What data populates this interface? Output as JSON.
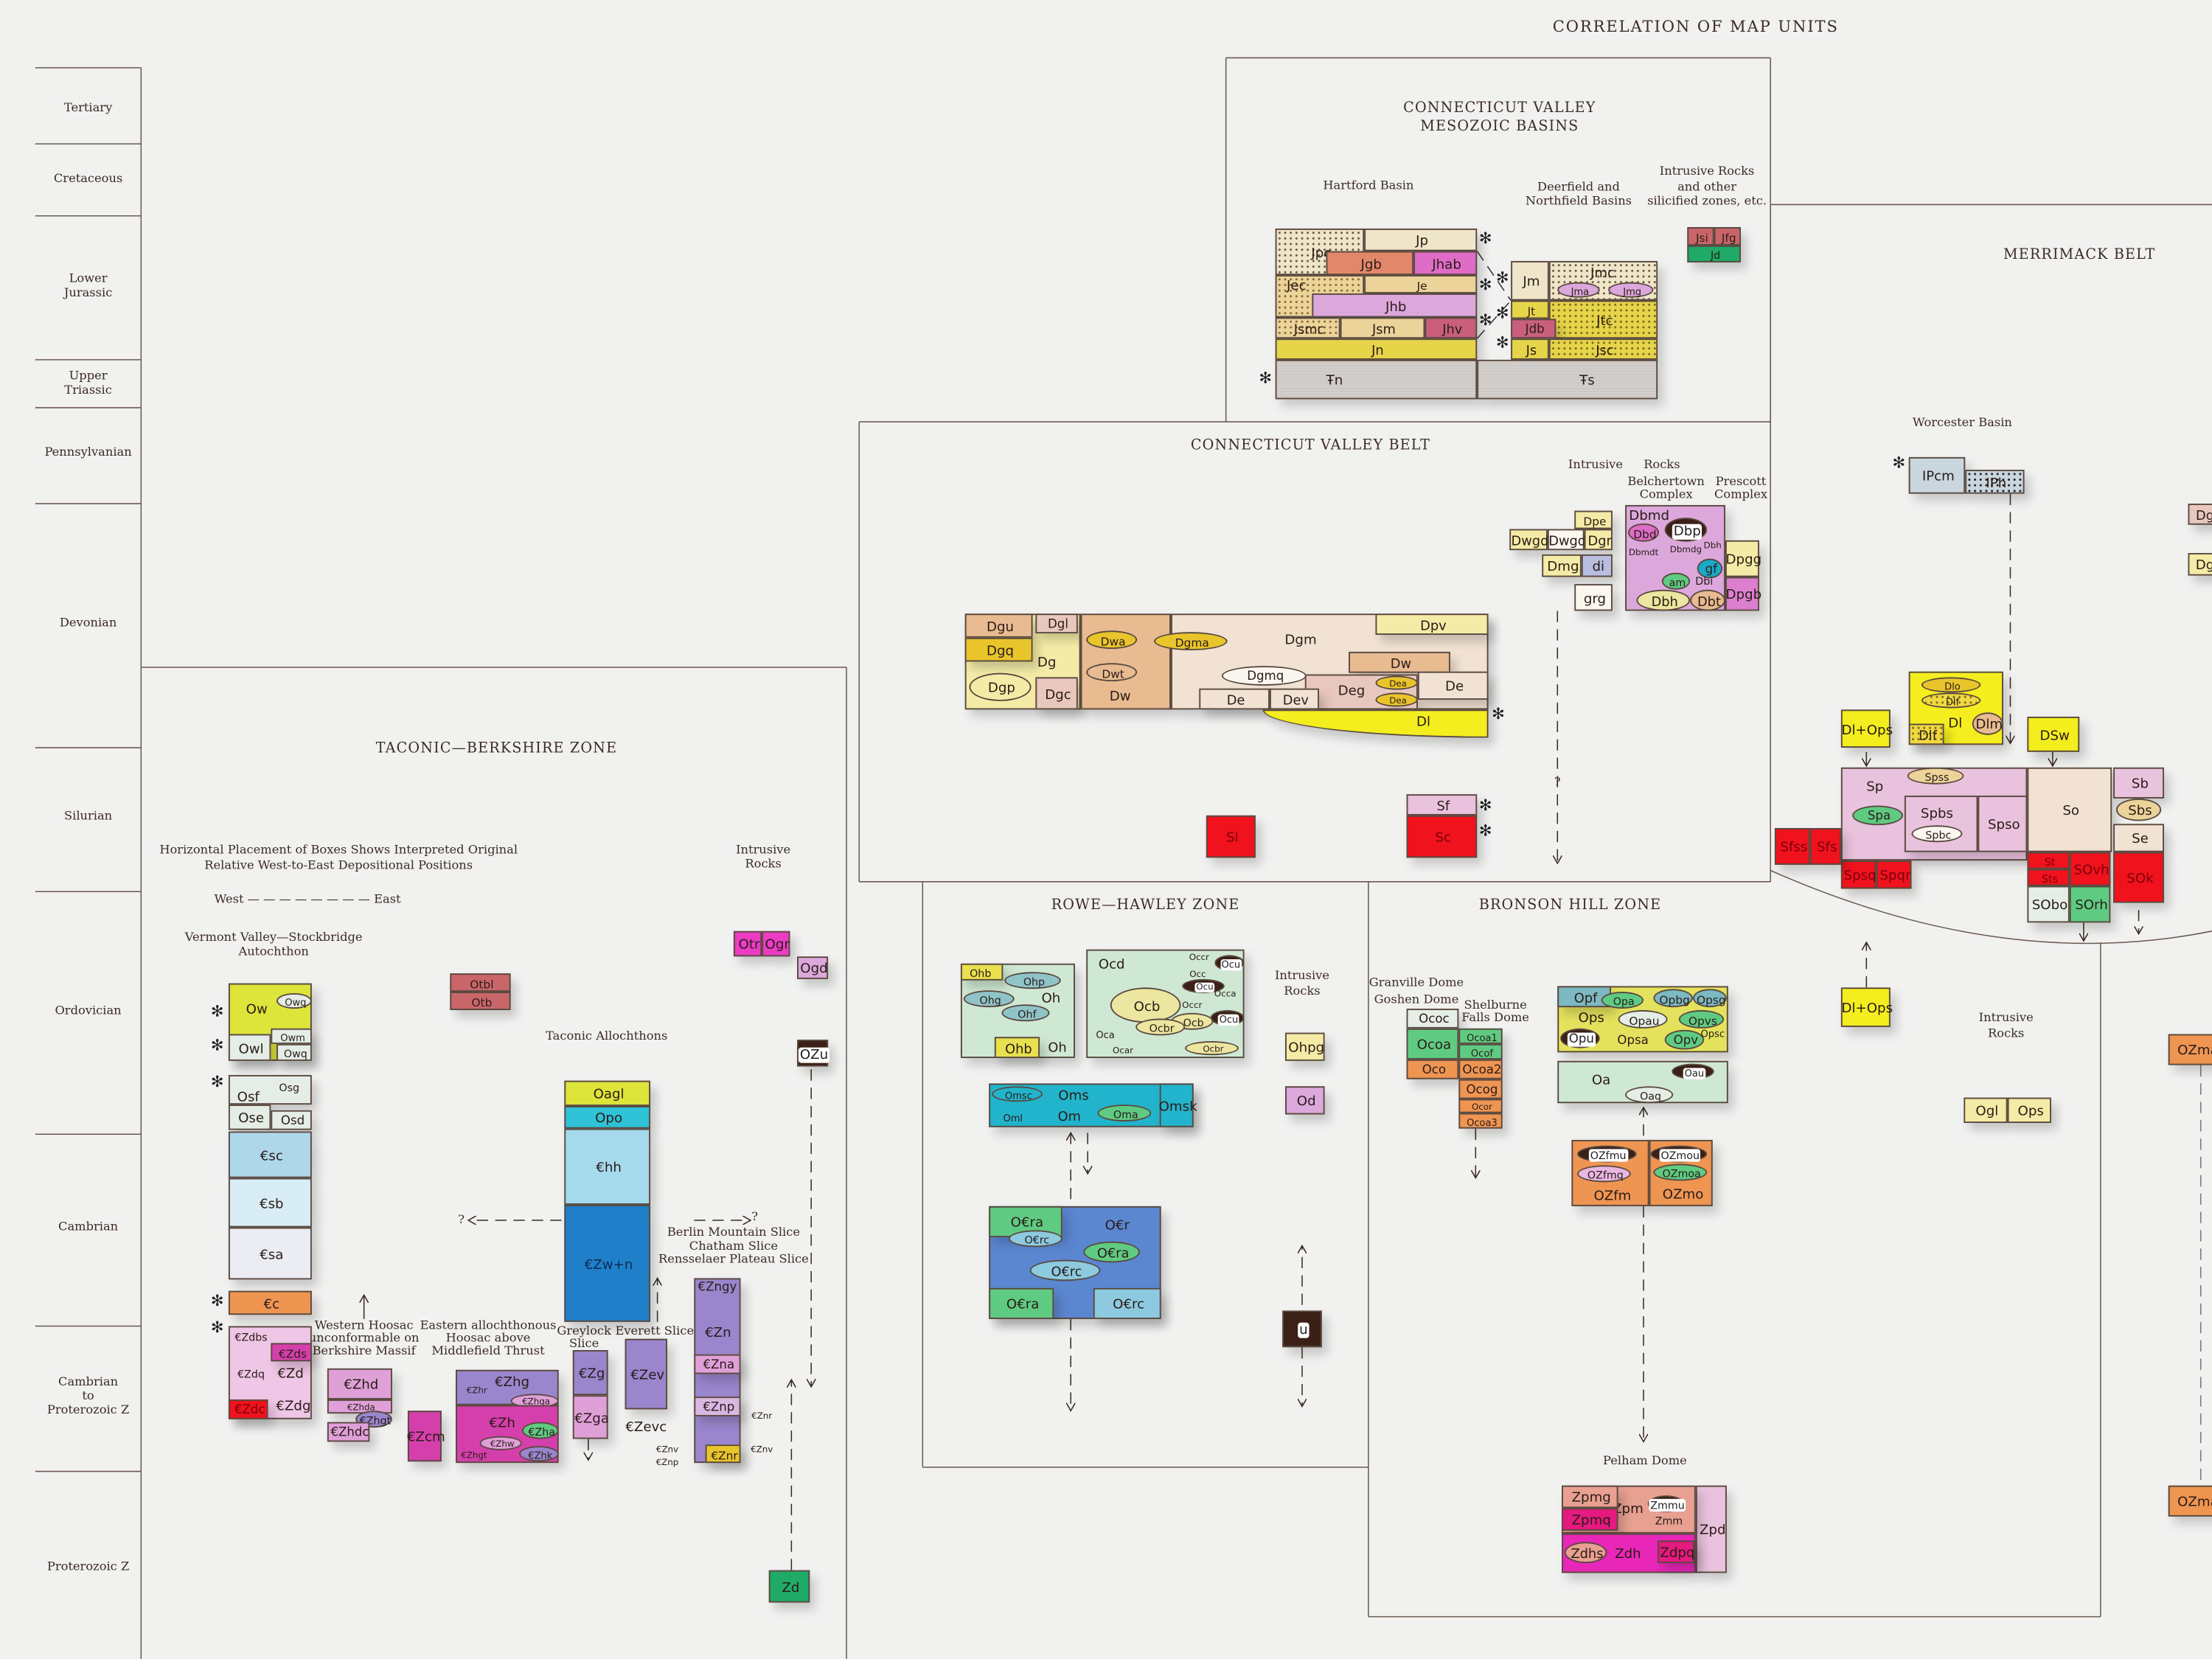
{
  "title": "CORRELATION OF MAP UNITS",
  "asterisk": "✻",
  "time_scale": [
    "Tertiary",
    "Cretaceous",
    "Lower\nJurassic",
    "Upper\nTriassic",
    "Pennsylvanian",
    "Devonian",
    "Silurian",
    "Ordovician",
    "Cambrian",
    "Cambrian\nto\nProterozoic Z",
    "Proterozoic Z"
  ],
  "meso": {
    "title1": "CONNECTICUT VALLEY",
    "title2": "MESOZOIC BASINS",
    "hartford": "Hartford Basin",
    "deerfield1": "Deerfield and",
    "deerfield2": "Northfield Basins",
    "intrusive1": "Intrusive Rocks",
    "intrusive2": "and other",
    "intrusive3": "silicified zones, etc."
  },
  "cvb": {
    "title": "CONNECTICUT VALLEY BELT",
    "intrusive": "Intrusive",
    "rocks": "Rocks",
    "belchertown1": "Belchertown",
    "belchertown2": "Complex",
    "prescott1": "Prescott",
    "prescott2": "Complex",
    "q": "?"
  },
  "mer": {
    "title": "MERRIMACK BELT",
    "worcester": "Worcester Basin"
  },
  "tb": {
    "title": "TACONIC—BERKSHIRE ZONE",
    "note1": "Horizontal Placement of Boxes Shows Interpreted Original",
    "note2": "Relative West-to-East Depositional Positions",
    "west": "West — — — — — — — — East",
    "autochthon1": "Vermont Valley—Stockbridge",
    "autochthon2": "Autochthon",
    "intrusive1": "Intrusive",
    "intrusive2": "Rocks",
    "allochthons": "Taconic Allochthons",
    "western1": "Western Hoosac",
    "western2": "unconformable on",
    "western3": "Berkshire Massif",
    "eastern1": "Eastern allochthonous",
    "eastern2": "Hoosac above",
    "eastern3": "Middlefield Thrust",
    "greylock1": "Greylock",
    "greylock2": "Slice",
    "everett": "Everett  Slice",
    "berlin1": "Berlin Mountain Slice",
    "berlin2": "Chatham Slice",
    "berlin3": "Rensselaer Plateau Slice",
    "q1": "?",
    "q2": "?"
  },
  "rh": {
    "title": "ROWE—HAWLEY ZONE",
    "intrusive1": "Intrusive",
    "intrusive2": "Rocks"
  },
  "bh": {
    "title": "BRONSON HILL ZONE",
    "granville": "Granville Dome",
    "goshen": "Goshen Dome",
    "shelburne1": "Shelburne",
    "shelburne2": "Falls Dome",
    "intrusive1": "Intrusive",
    "intrusive2": "Rocks",
    "pelham": "Pelham Dome"
  },
  "units": {
    "hartford": [
      "Jpc",
      "Jp",
      "Jgb",
      "Jhab",
      "Jec",
      "Je",
      "Jhb",
      "Jsmc",
      "Jsm",
      "Jhv",
      "Jn"
    ],
    "deerfield": [
      "Jm",
      "Jmc",
      "Jma",
      "Jmg",
      "Jt",
      "Jtc",
      "Jdb",
      "Js",
      "Jsc"
    ],
    "triassic": [
      "Ŧn",
      "Ŧs"
    ],
    "mz_intrusive": [
      "Jsi",
      "Jfg",
      "Jd"
    ],
    "cvb": [
      "Dgu",
      "Dgl",
      "Dgq",
      "Dg",
      "Dwa",
      "Dgma",
      "Dgm",
      "Dpv",
      "Dwt",
      "Dgp",
      "Dgc",
      "Dw",
      "Dgmq",
      "Dw",
      "Dea",
      "De",
      "Deg",
      "Dev",
      "De",
      "Dea",
      "Dl"
    ],
    "cvb_sil": [
      "Sl",
      "Sf",
      "Sc"
    ],
    "cvb_intr": [
      "Dpe",
      "Dwgd",
      "Dwgd",
      "Dgr",
      "Dmg",
      "di",
      "grg",
      "Dbmd",
      "Dbp",
      "Dbd",
      "Dbmdt",
      "Dbmdg",
      "Dbh",
      "gf",
      "am",
      "Dbi",
      "Dbh",
      "Dbt",
      "Dpgg",
      "Dpgb"
    ],
    "mer": [
      "IPcm",
      "IPh",
      "Dl+Ops",
      "Dlo",
      "Dlf",
      "Dl",
      "Dlm",
      "Dlf",
      "DSw",
      "Sp",
      "Spss",
      "Spa",
      "Spbs",
      "Spbc",
      "Spso",
      "So",
      "St",
      "Sts",
      "SOvh",
      "SObo",
      "SOrh",
      "Sb",
      "Sbs",
      "Se",
      "SOk",
      "Spsq",
      "Spqr",
      "Sfss",
      "Sfs",
      "Dg",
      "Dg",
      "OZma",
      "OZma"
    ],
    "bh": [
      "Ococ",
      "Ocoa",
      "Oco",
      "Ocoa1",
      "Ocof",
      "Ocoa2",
      "Ocog",
      "Ocor",
      "Ocoa3",
      "Opf",
      "Opa",
      "Opbg",
      "Opsg",
      "Ops",
      "Opau",
      "Opvs",
      "Opu",
      "Opsa",
      "Opv",
      "Opsc",
      "Oa",
      "Oau",
      "Oaq",
      "OZfmu",
      "OZmou",
      "OZfmq",
      "OZmoa",
      "OZfm",
      "OZmo",
      "Zpmg",
      "Zpm",
      "Zmmu",
      "Zpmq",
      "Zmm",
      "Zpd",
      "Zdhs",
      "Zdh",
      "Zdpq",
      "Dl+Ops",
      "Ogl",
      "Ops"
    ],
    "rh": [
      "Ohb",
      "Ohp",
      "Ohg",
      "Oh",
      "Ohf",
      "Ohb",
      "Oh",
      "Ocd",
      "Occr",
      "Occ",
      "Ocu",
      "Ocu",
      "Occa",
      "Occr",
      "Ocb",
      "Ocbr",
      "Ocb",
      "Ocu",
      "Oca",
      "Ocar",
      "Ocbr",
      "Ohpg",
      "Od",
      "Omsc",
      "Oms",
      "Om",
      "Oml",
      "Oma",
      "Omsk",
      "O€ra",
      "O€r",
      "O€rc",
      "O€ra",
      "O€rc",
      "O€ra",
      "O€rc",
      "u"
    ],
    "tb": [
      "Ow",
      "Owq",
      "Owl",
      "Owm",
      "Owq",
      "Osf",
      "Osg",
      "Ose",
      "Osd",
      "€sc",
      "€sb",
      "€sa",
      "€c",
      "€Zdbs",
      "€Zds",
      "€Zdq",
      "€Zd",
      "€Zdc",
      "€Zdg",
      "Otbl",
      "Otb",
      "Oagl",
      "Opo",
      "€hh",
      "€Zw+n",
      "€Zhd",
      "€Zhda",
      "€Zhgt",
      "€Zhdc",
      "€Zcm",
      "€Zhg",
      "€Zhr",
      "€Zhga",
      "€Zh",
      "€Zha",
      "€Zhw",
      "€Zhk",
      "€Zhgt",
      "€Zg",
      "€Zga",
      "€Zev",
      "€Zevc",
      "€Zngy",
      "€Zn",
      "€Zna",
      "€Znp",
      "€Znr",
      "€Znv",
      "€Znp",
      "€Znr",
      "€Znv",
      "Otr",
      "Ogr",
      "Ogd",
      "OZu",
      "Zd"
    ]
  }
}
